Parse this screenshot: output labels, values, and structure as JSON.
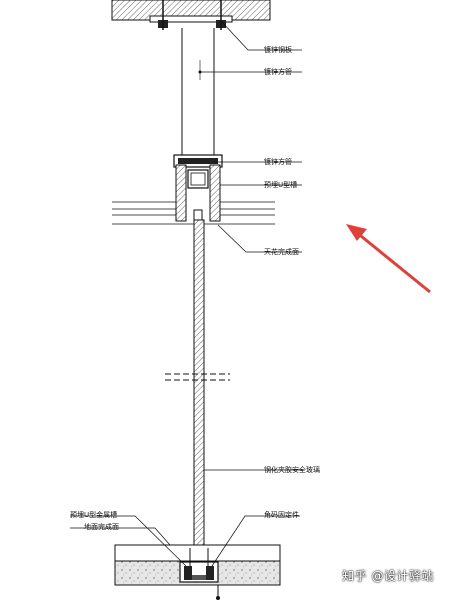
{
  "labels": {
    "galv_steel_plate": "镀锌钢板",
    "galv_square_tube_top": "镀锌方管",
    "galv_square_tube_mid": "镀锌方管",
    "embedded_u_channel": "预埋U型槽",
    "ceiling_finish": "天花完成面",
    "tempered_laminated_glass": "钢化夹胶安全玻璃",
    "embedded_u_metal_channel": "预埋U型金属槽",
    "floor_finish": "地面完成面",
    "angle_code_fixing": "角码固定件"
  },
  "watermark": "知乎 @设计驿站",
  "colors": {
    "line": "#111111",
    "concrete": "#d6d6d6",
    "arrow": "#e0403a"
  }
}
